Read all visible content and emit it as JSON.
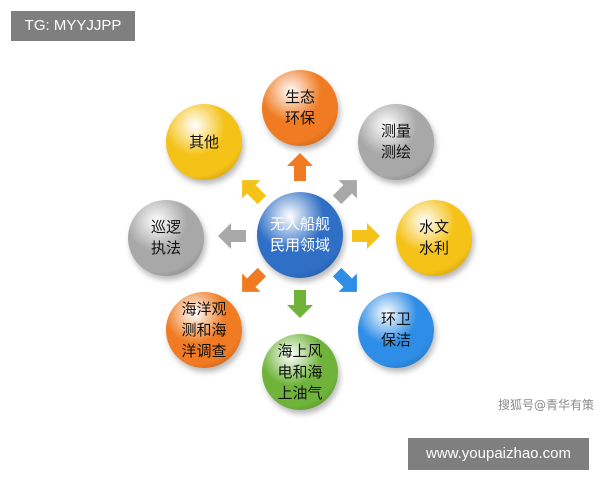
{
  "tag": "TG: MYYJJPP",
  "footer": "www.youpaizhao.com",
  "watermark": "搜狐号@青华有策",
  "center": {
    "text": "无人船舰民用领域",
    "color": "#2f6fc6"
  },
  "nodes": [
    {
      "key": "env",
      "text": "生态环保",
      "color": "#f07b23"
    },
    {
      "key": "survey",
      "text": "测量测绘",
      "color": "#a8a8a8"
    },
    {
      "key": "hydro",
      "text": "水文水利",
      "color": "#f5c218"
    },
    {
      "key": "sanit",
      "text": "环卫保洁",
      "color": "#2e8de6"
    },
    {
      "key": "wind",
      "text": "海上风电和海上油气",
      "color": "#6fb33a"
    },
    {
      "key": "ocean",
      "text": "海洋观测和海洋调查",
      "color": "#f07b23"
    },
    {
      "key": "patrol",
      "text": "巡逻执法",
      "color": "#a8a8a8"
    },
    {
      "key": "other",
      "text": "其他",
      "color": "#f5c218"
    }
  ],
  "arrow_colors": {
    "env": "#f07b23",
    "survey": "#a8a8a8",
    "hydro": "#f5c218",
    "sanit": "#2e8de6",
    "wind": "#6fb33a",
    "ocean": "#f07b23",
    "patrol": "#a8a8a8",
    "other": "#f5c218"
  }
}
